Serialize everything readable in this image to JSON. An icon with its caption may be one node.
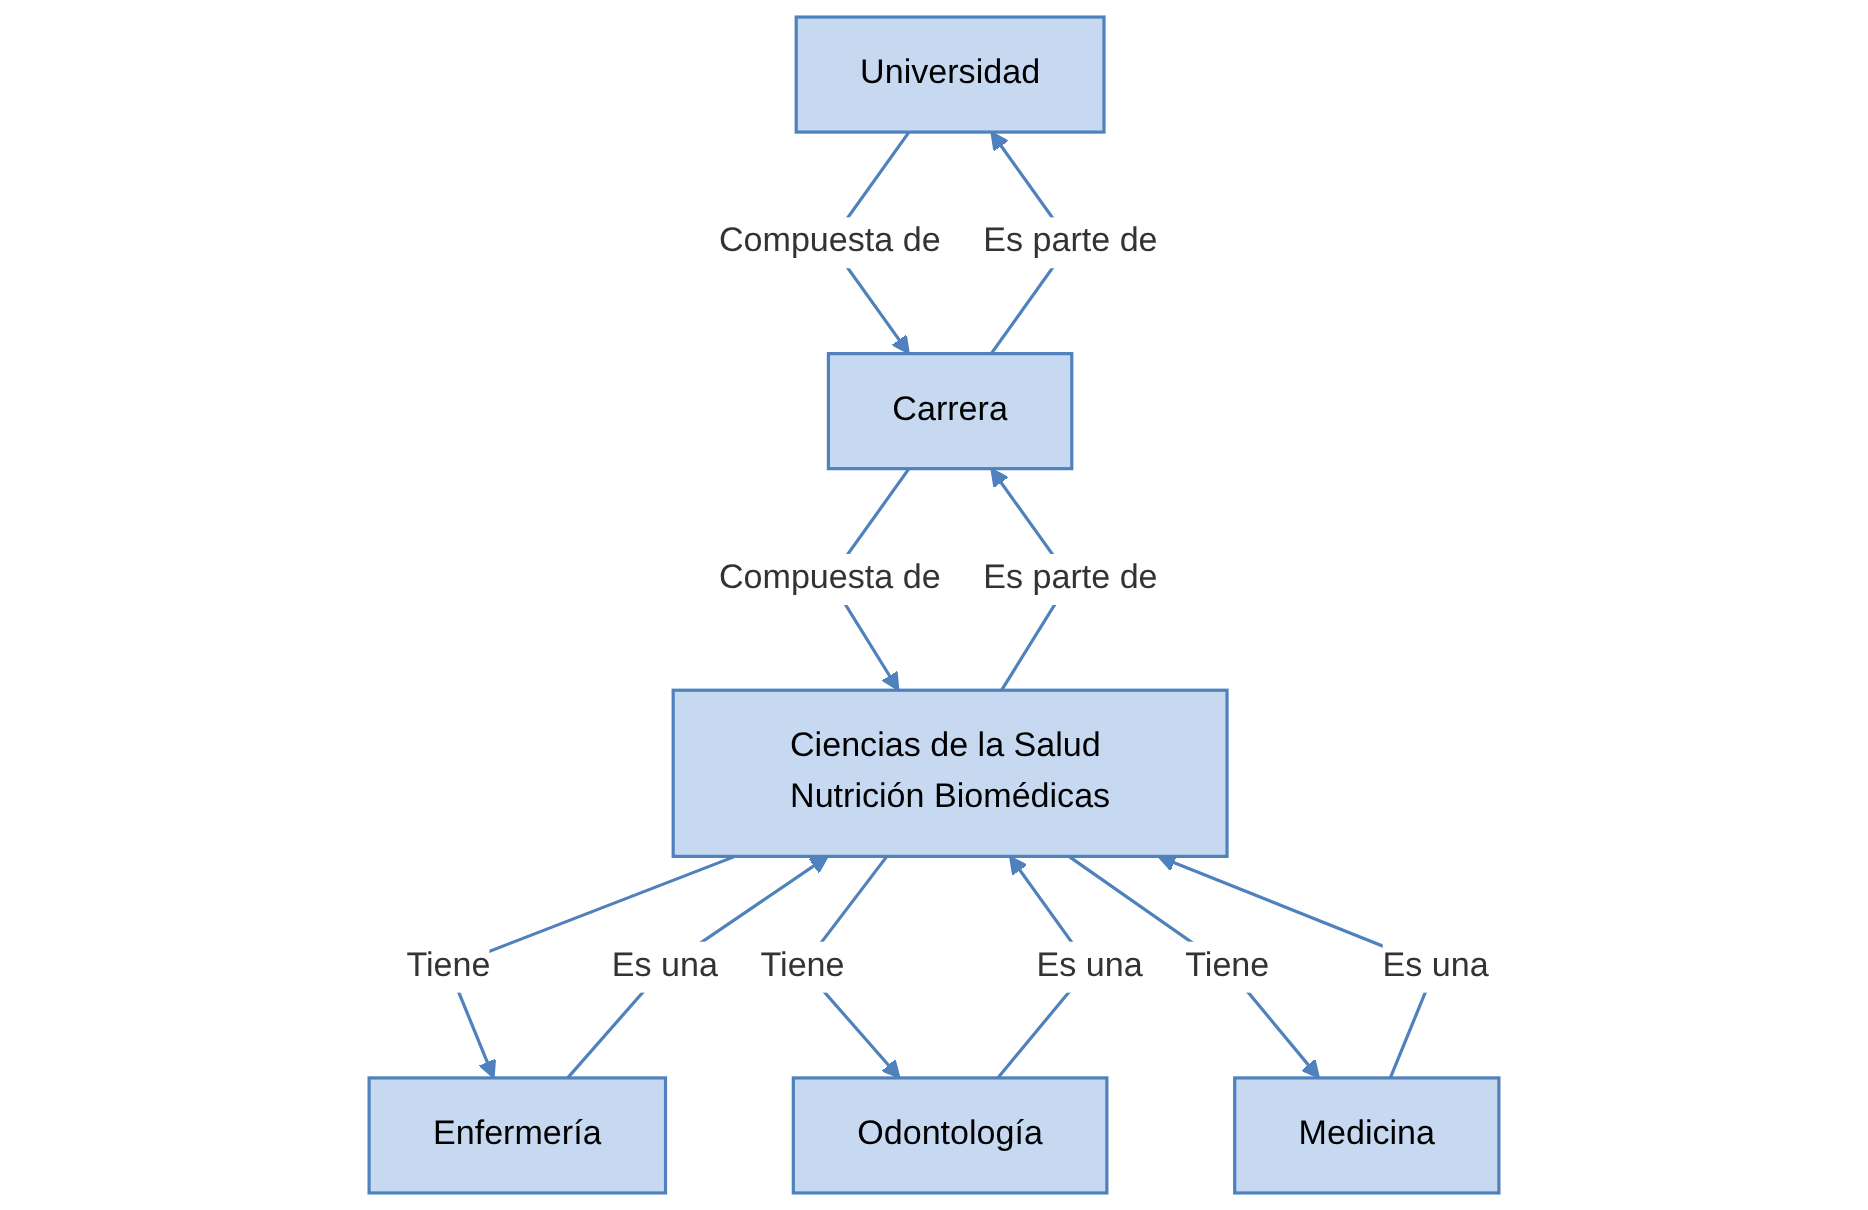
{
  "diagram": {
    "nodes": [
      {
        "text": [
          "Universidad"
        ]
      },
      {
        "text": [
          "Carrera"
        ]
      },
      {
        "text": [
          "Ciencias de la Salud Nutrición Biomédicas"
        ]
      },
      {
        "text": [
          "Enfermería"
        ]
      },
      {
        "text": [
          "Odontología"
        ]
      },
      {
        "text": [
          "Medicina"
        ]
      }
    ],
    "edges": [
      {
        "from": 0,
        "to": 1,
        "arrow": "to",
        "label": "Compuesta de"
      },
      {
        "from": 1,
        "to": 0,
        "arrow": "to",
        "label": "Es parte de"
      },
      {
        "from": 1,
        "to": 2,
        "arrow": "to",
        "label": "Compuesta de"
      },
      {
        "from": 2,
        "to": 1,
        "arrow": "to",
        "label": "Es parte de"
      },
      {
        "from": 3,
        "to": 2,
        "arrow": "to",
        "label": "Es una"
      },
      {
        "from": 2,
        "to": 3,
        "arrow": "to",
        "label": "Tiene"
      },
      {
        "from": 4,
        "to": 2,
        "arrow": "to",
        "label": "Es una"
      },
      {
        "from": 2,
        "to": 4,
        "arrow": "to",
        "label": "Tiene"
      },
      {
        "from": 5,
        "to": 2,
        "arrow": "to",
        "label": "Es una"
      },
      {
        "from": 2,
        "to": 5,
        "arrow": "to",
        "label": "Tiene"
      }
    ]
  }
}
